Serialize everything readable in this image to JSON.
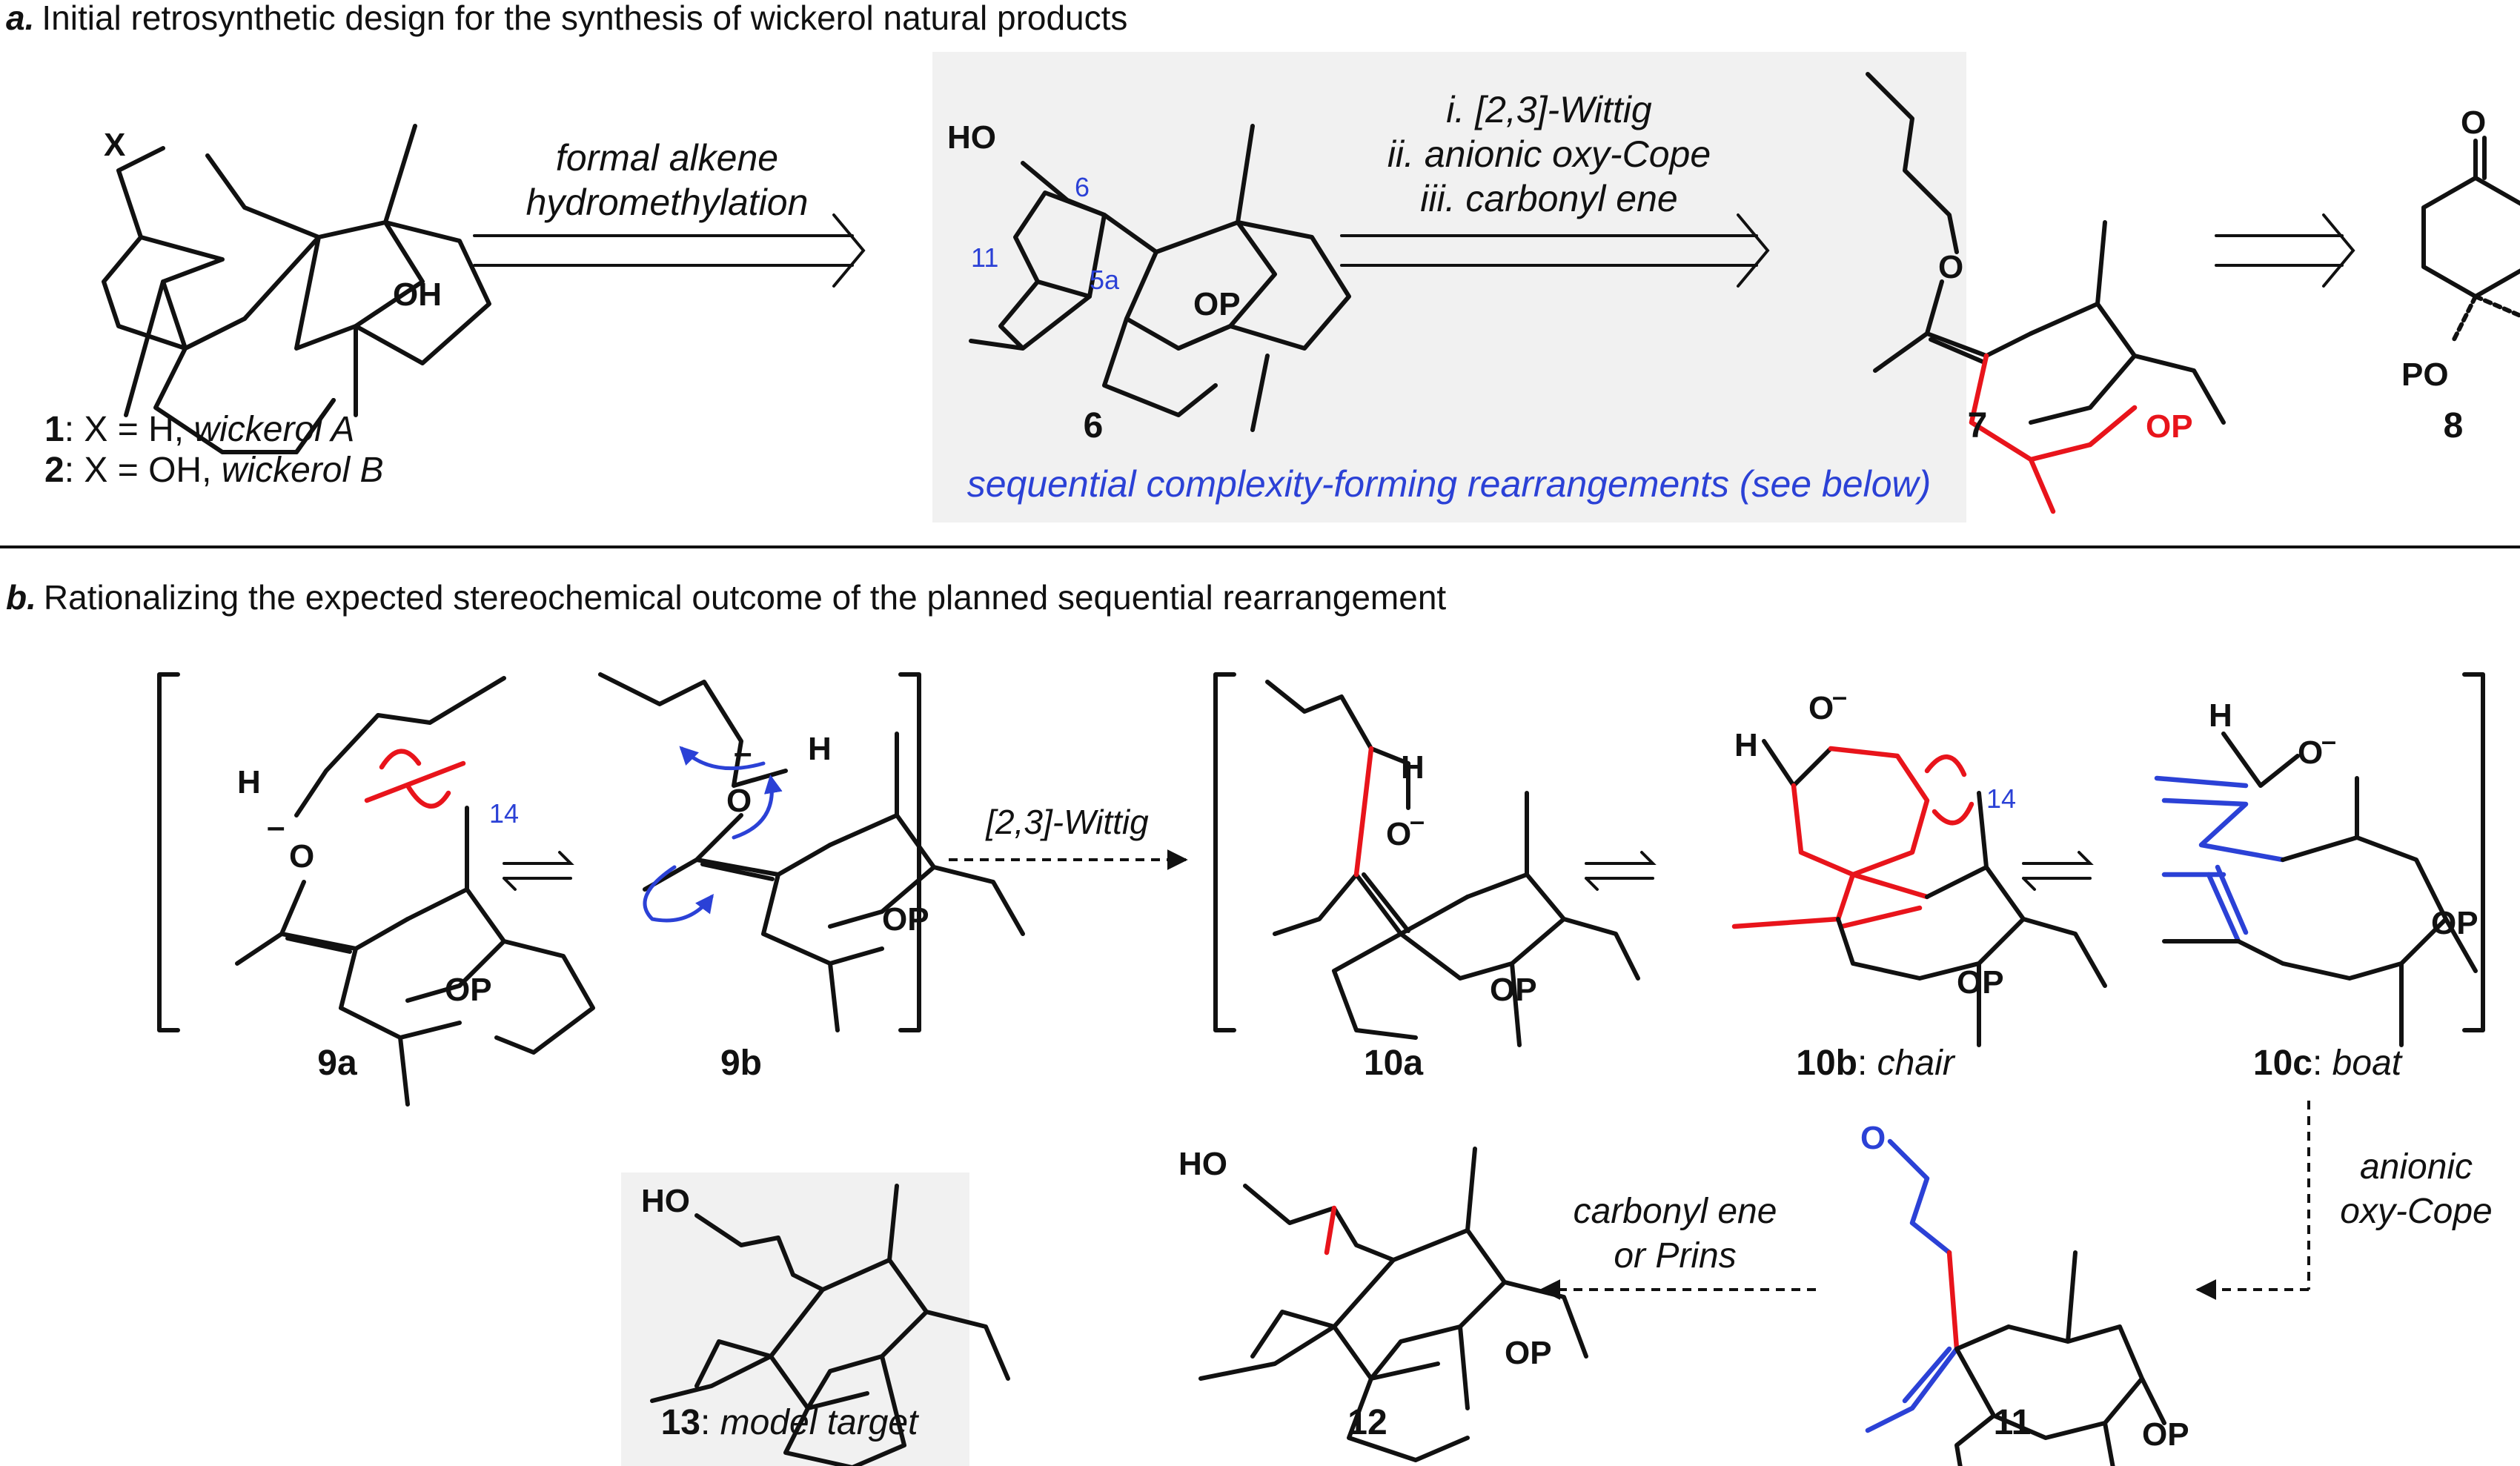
{
  "colors": {
    "text": "#111111",
    "blue": "#2b41d6",
    "red": "#e8141b",
    "panel": "#f1f1f1"
  },
  "section_a": {
    "letter": "a.",
    "title": "Initial retrosynthetic design for the synthesis of wickerol natural products",
    "cmp1": {
      "num": "1",
      "text": ": X = H, ",
      "name": "wickerol A"
    },
    "cmp2": {
      "num": "2",
      "text": ": X = OH, ",
      "name": "wickerol B"
    },
    "arrow1": {
      "line1": "formal alkene",
      "line2": "hydromethylation"
    },
    "arrow2": {
      "line1": "i. [2,3]-Wittig",
      "line2": "ii. anionic oxy-Cope",
      "line3": "iii. carbonyl ene"
    },
    "caption": "sequential complexity-forming rearrangements (see below)",
    "num6": "6",
    "num7": "7",
    "num8": "8",
    "atoms": {
      "X": "X",
      "OH": "OH",
      "HO": "HO",
      "OP": "OP",
      "O": "O",
      "PO": "PO",
      "pos6": "6",
      "pos11": "11",
      "pos5a": "5a"
    }
  },
  "section_b": {
    "letter": "b.",
    "title": "Rationalizing the expected stereochemical outcome of the planned sequential rearrangement",
    "wittig": "[2,3]-Wittig",
    "oxycope": {
      "line1": "anionic",
      "line2": "oxy-Cope"
    },
    "ene": {
      "line1": "carbonyl ene",
      "line2": "or Prins"
    },
    "c9a": "9a",
    "c9b": "9b",
    "c10a": "10a",
    "c10b": {
      "num": "10b",
      "text": ": ",
      "name": "chair"
    },
    "c10c": {
      "num": "10c",
      "text": ": ",
      "name": "boat"
    },
    "c11": "11",
    "c12": "12",
    "c13": {
      "num": "13",
      "text": ": ",
      "name": "model target"
    },
    "atoms": {
      "H": "H",
      "O": "O",
      "Ominus": "O",
      "minus": "–",
      "OP": "OP",
      "HO": "HO",
      "pos14": "14"
    }
  }
}
